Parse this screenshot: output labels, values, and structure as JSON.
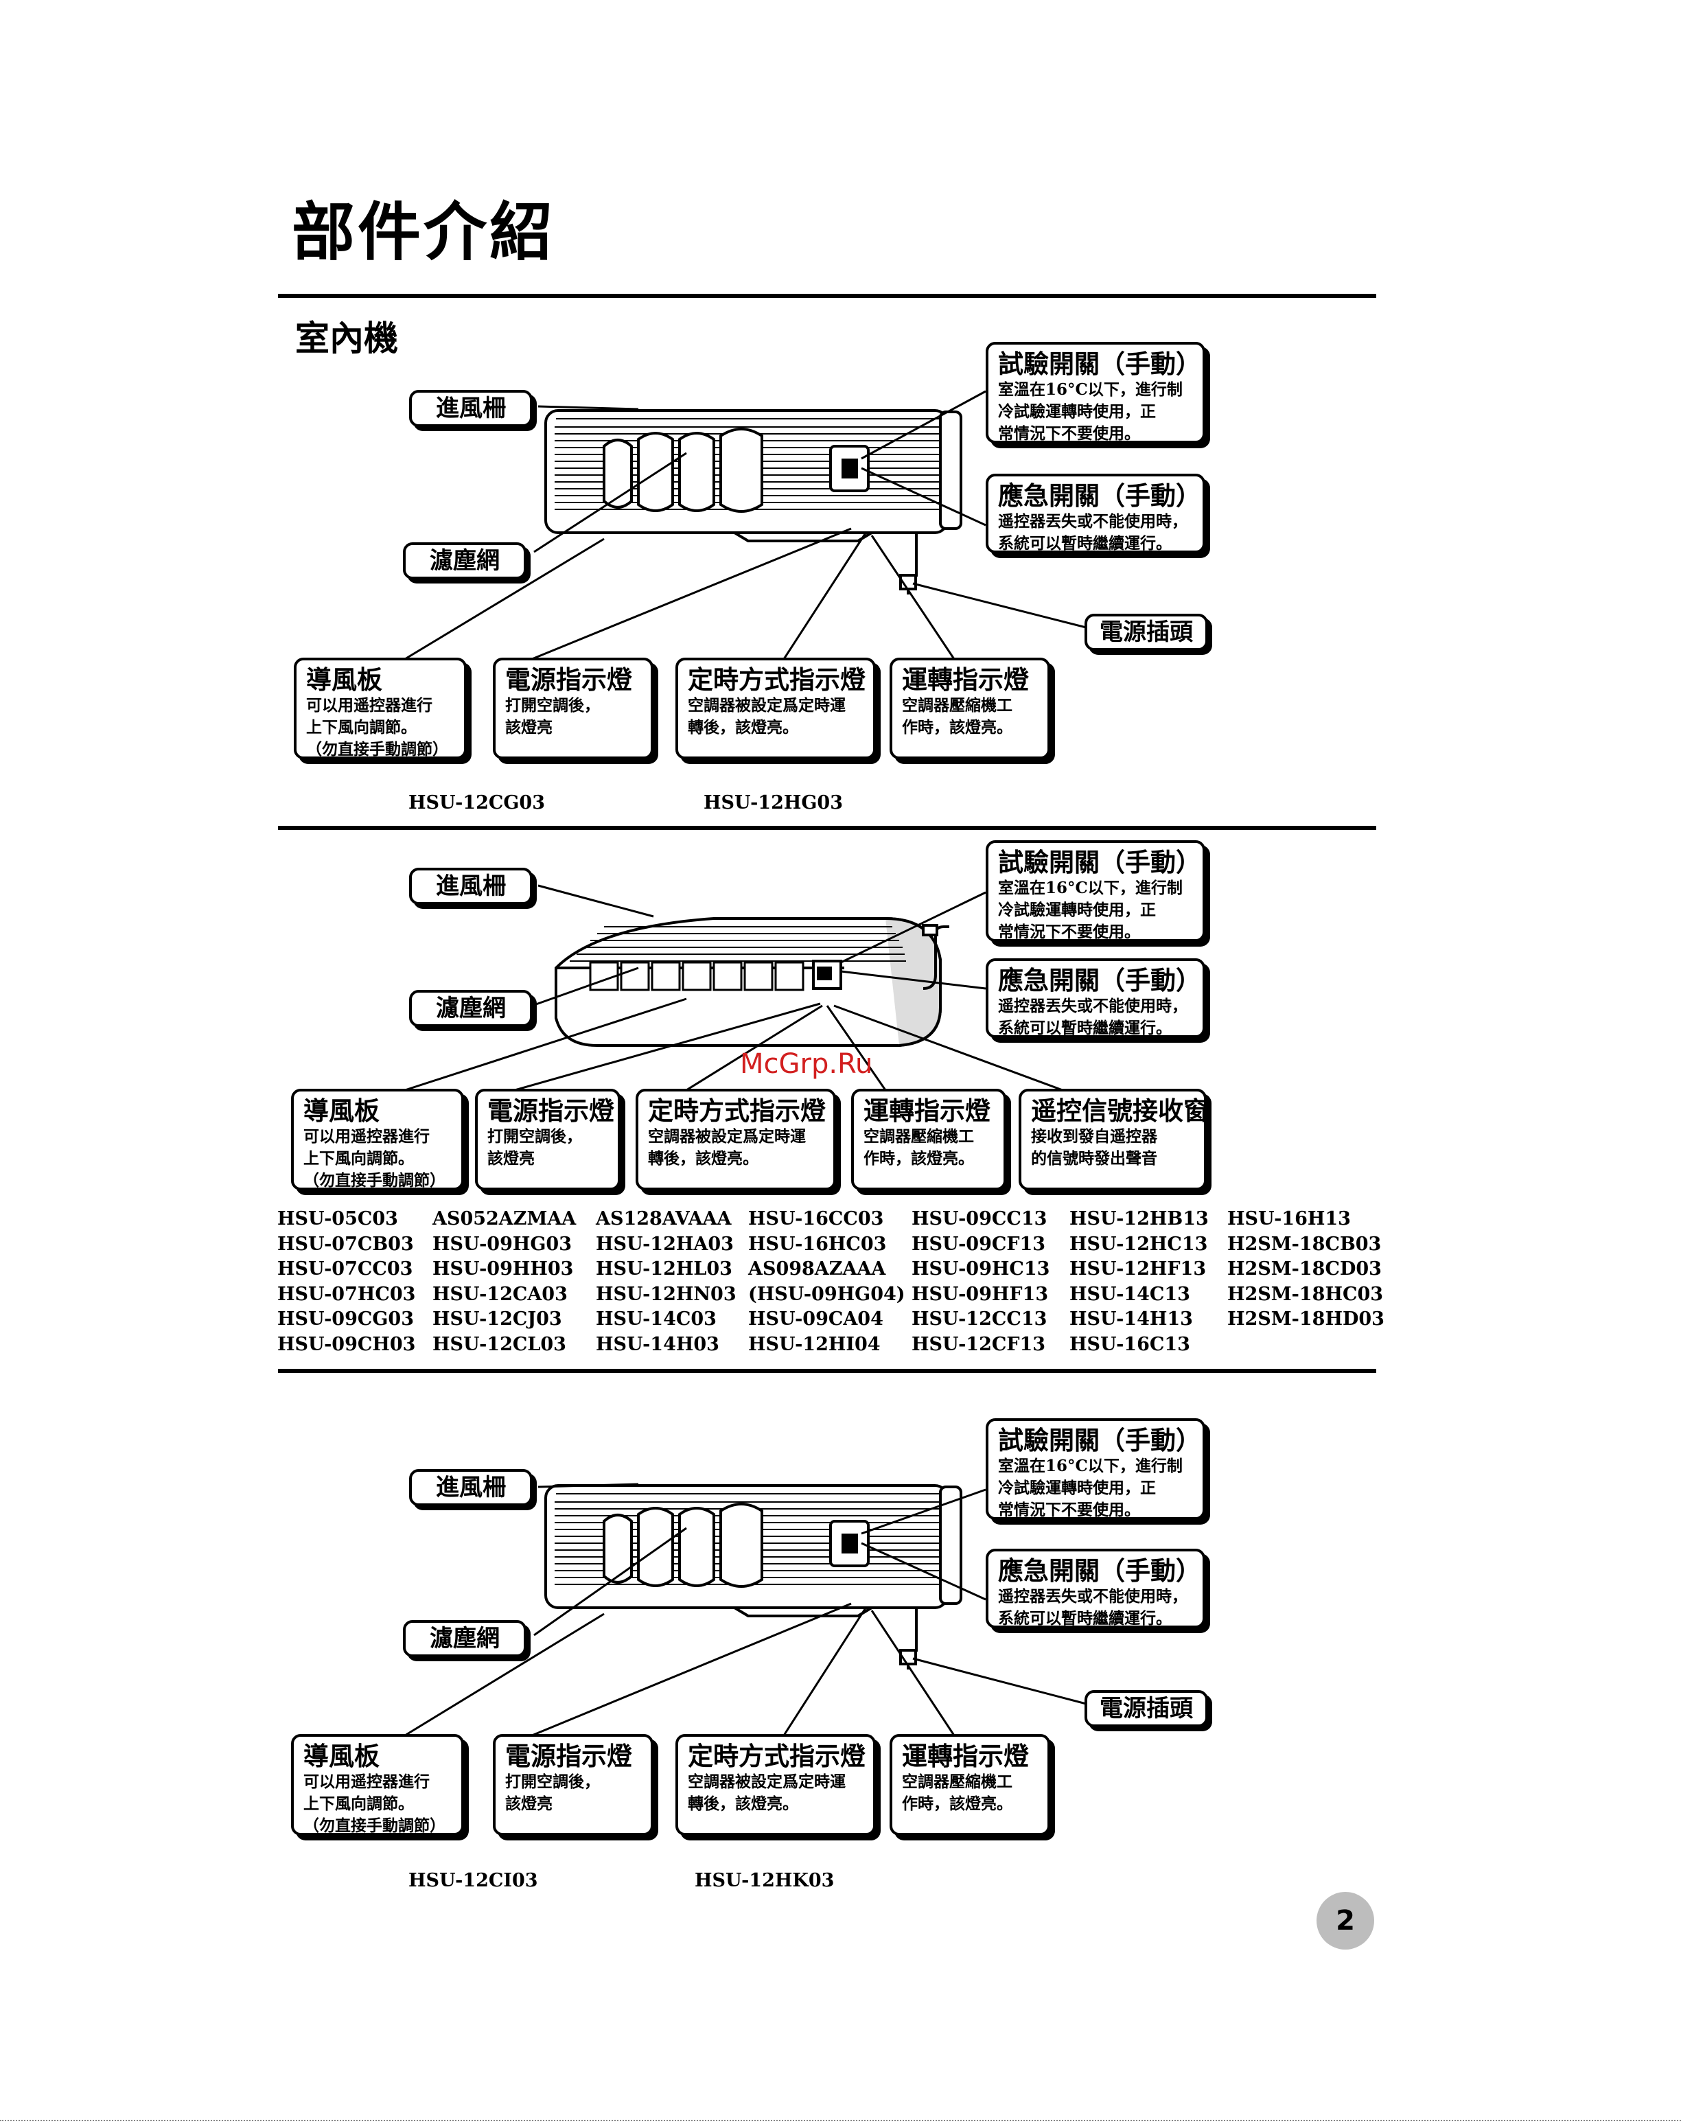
{
  "page": {
    "title": "部件介紹",
    "section_indoor": "室內機",
    "watermark": "McGrp.Ru",
    "page_number": "2"
  },
  "labels": {
    "intake_grille": "進風柵",
    "filter": "濾塵網",
    "power_plug": "電源插頭",
    "test_switch": {
      "title": "試驗開關（手動）",
      "desc": "室溫在16°C以下，進行制\n冷試驗運轉時使用，正\n常情況下不要使用。"
    },
    "emergency_switch": {
      "title": "應急開關（手動）",
      "desc": "遥控器丟失或不能使用時，\n系統可以暫時繼續運行。"
    },
    "louver": {
      "title": "導風板",
      "desc": "可以用遥控器進行\n上下風向調節。\n（勿直接手動調節）"
    },
    "power_indicator": {
      "title": "電源指示燈",
      "desc": "打開空調後，\n該燈亮"
    },
    "timer_indicator": {
      "title": "定時方式指示燈",
      "desc": "空調器被設定爲定時運\n轉後，該燈亮。"
    },
    "run_indicator": {
      "title": "運轉指示燈",
      "desc": "空調器壓縮機工\n作時，該燈亮。"
    },
    "receiver": {
      "title": "遥控信號接收窗",
      "desc": "接收到發自遥控器\n的信號時發出聲音"
    }
  },
  "section1": {
    "models": [
      "HSU-12CG03",
      "HSU-12HG03"
    ]
  },
  "section2": {
    "model_columns": [
      [
        "HSU-05C03",
        "HSU-07CB03",
        "HSU-07CC03",
        "HSU-07HC03",
        "HSU-09CG03",
        "HSU-09CH03"
      ],
      [
        "AS052AZMAA",
        "HSU-09HG03",
        "HSU-09HH03",
        "HSU-12CA03",
        "HSU-12CJ03",
        "HSU-12CL03"
      ],
      [
        "AS128AVAAA",
        "HSU-12HA03",
        "HSU-12HL03",
        "HSU-12HN03",
        "HSU-14C03",
        "HSU-14H03"
      ],
      [
        "HSU-16CC03",
        "HSU-16HC03",
        "AS098AZAAA",
        "(HSU-09HG04)",
        "HSU-09CA04",
        "HSU-12HI04"
      ],
      [
        "HSU-09CC13",
        "HSU-09CF13",
        "HSU-09HC13",
        "HSU-09HF13",
        "HSU-12CC13",
        "HSU-12CF13"
      ],
      [
        "HSU-12HB13",
        "HSU-12HC13",
        "HSU-12HF13",
        "HSU-14C13",
        "HSU-14H13",
        "HSU-16C13"
      ],
      [
        "HSU-16H13",
        "H2SM-18CB03",
        "H2SM-18CD03",
        "H2SM-18HC03",
        "H2SM-18HD03"
      ]
    ]
  },
  "section3": {
    "models": [
      "HSU-12CI03",
      "HSU-12HK03"
    ]
  }
}
